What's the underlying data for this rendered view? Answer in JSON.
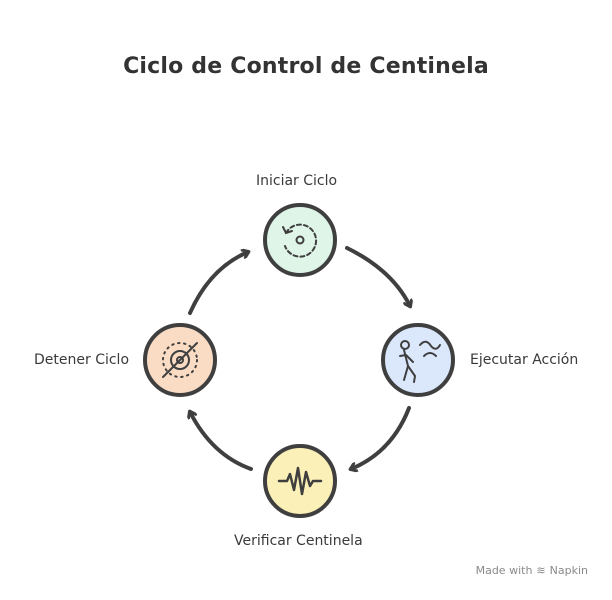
{
  "title": "Ciclo de Control de Centinela",
  "steps": [
    {
      "label": "Iniciar Ciclo",
      "icon": "restart-cycle-icon",
      "color": "#dff5e8"
    },
    {
      "label": "Ejecutar Acción",
      "icon": "walking-person-icon",
      "color": "#dbe7fb"
    },
    {
      "label": "Verificar Centinela",
      "icon": "waveform-icon",
      "color": "#fbf1b8"
    },
    {
      "label": "Detener Ciclo",
      "icon": "stop-circle-icon",
      "color": "#fadcc4"
    }
  ],
  "watermark": {
    "prefix": "Made with",
    "brand": "Napkin"
  }
}
